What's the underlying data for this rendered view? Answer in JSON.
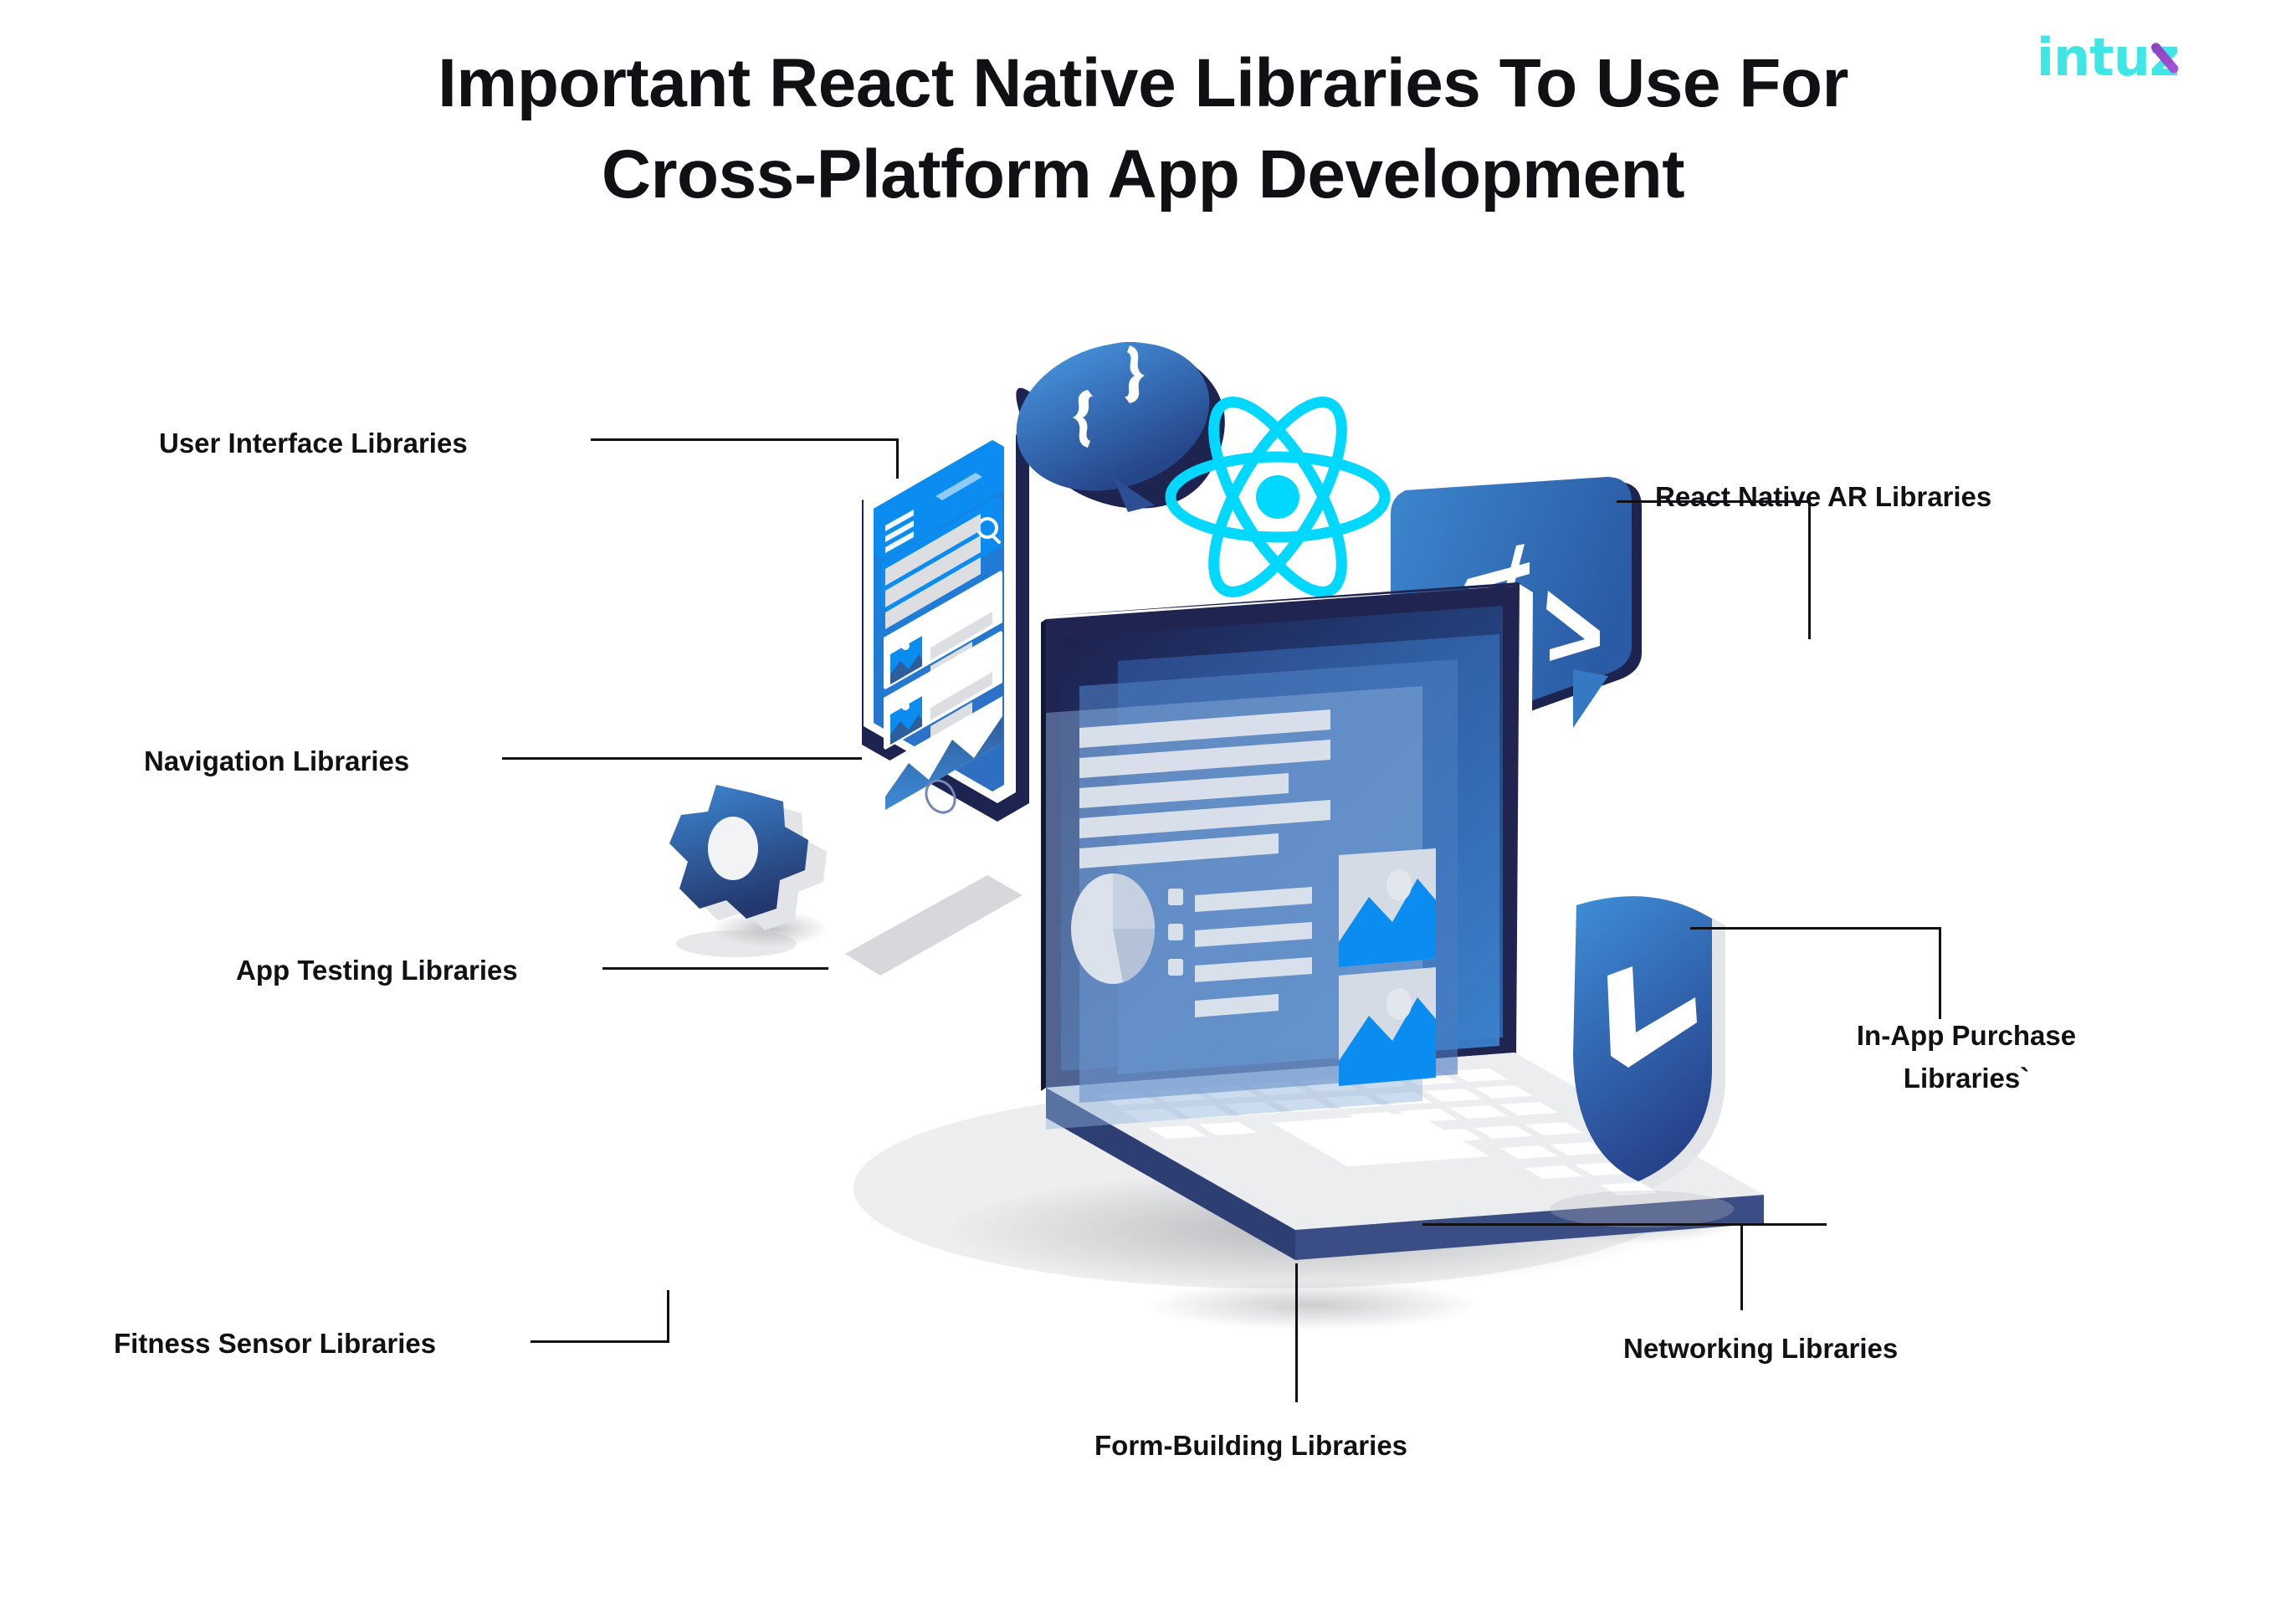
{
  "header": {
    "title_line1": "Important React Native Libraries To Use For",
    "title_line2": "Cross-Platform App Development",
    "logo_text": "intuz",
    "logo_color": "#3FE6E6",
    "logo_accent_color": "#8B3FBE"
  },
  "callouts": [
    {
      "id": "user-interface",
      "label": "User Interface Libraries"
    },
    {
      "id": "navigation",
      "label": "Navigation Libraries"
    },
    {
      "id": "app-testing",
      "label": "App Testing Libraries"
    },
    {
      "id": "fitness-sensor",
      "label": "Fitness Sensor Libraries"
    },
    {
      "id": "react-native-ar",
      "label": "React Native AR Libraries"
    },
    {
      "id": "in-app-purchase",
      "label": "In-App Purchase Libraries`"
    },
    {
      "id": "networking",
      "label": "Networking Libraries"
    },
    {
      "id": "form-building",
      "label": "Form-Building Libraries"
    }
  ],
  "illustration": {
    "icons": [
      "laptop-icon",
      "smartphone-icon",
      "gear-icon",
      "react-atom-icon",
      "code-braces-bubble-icon",
      "code-tags-bubble-icon",
      "shield-check-icon",
      "dashboard-screen-icon"
    ],
    "colors": {
      "brand_dark_navy": "#1F2450",
      "brand_blue": "#2E6FB7",
      "brand_light_blue": "#3D8FD8",
      "accent_cyan": "#00D8FF",
      "bright_blue": "#0B8CF0",
      "laptop_body": "#ECEDEF",
      "shadow_grey": "#BFC2C6",
      "screen_grey": "#D6DAE0"
    }
  }
}
